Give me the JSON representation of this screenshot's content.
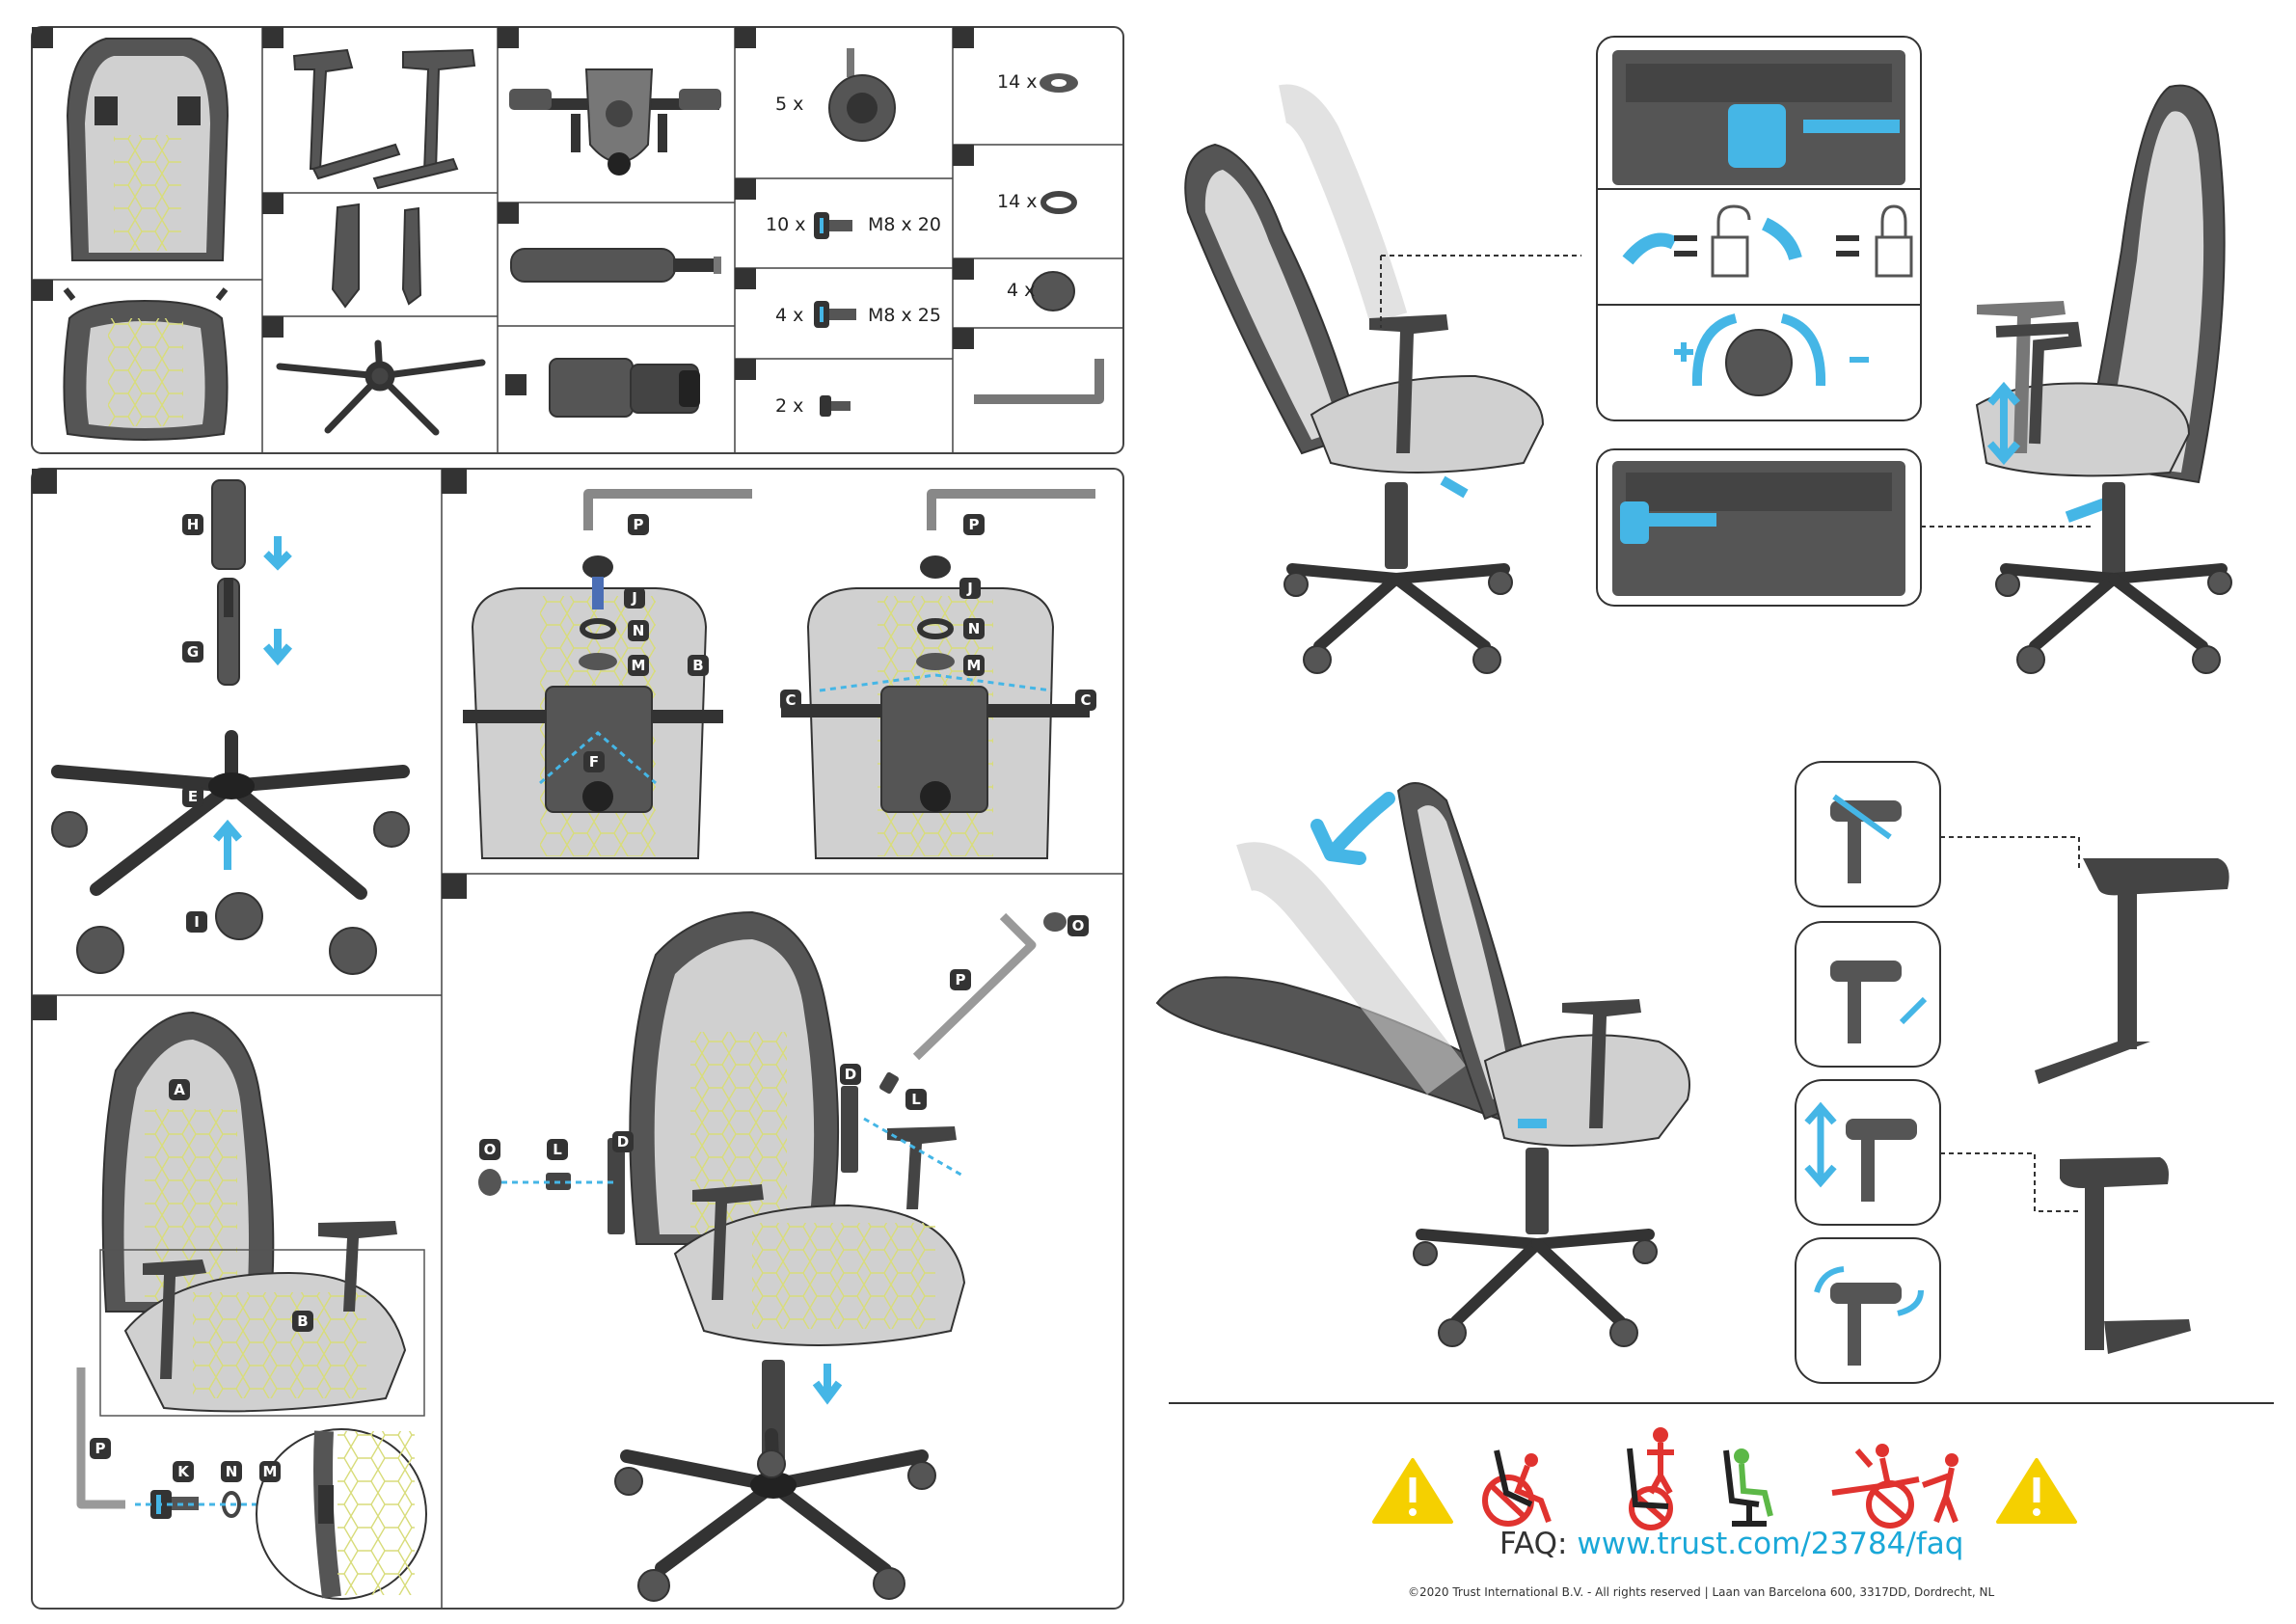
{
  "parts_panel": {
    "cells": [
      {
        "qty": "5 x",
        "spec": ""
      },
      {
        "qty": "10 x",
        "spec": "M8 x 20"
      },
      {
        "qty": "4 x",
        "spec": "M8 x 25"
      },
      {
        "qty": "2 x",
        "spec": ""
      },
      {
        "qty": "14 x",
        "spec": ""
      },
      {
        "qty": "14 x",
        "spec": ""
      },
      {
        "qty": "4 x",
        "spec": ""
      }
    ]
  },
  "step_labels": {
    "base": [
      "H",
      "G",
      "E",
      "I"
    ],
    "back_bracket": [
      "P",
      "J",
      "N",
      "M",
      "B",
      "F"
    ],
    "back_bracket_c": [
      "P",
      "J",
      "N",
      "M",
      "C",
      "C"
    ],
    "seat_join": [
      "A",
      "B",
      "P",
      "K",
      "N",
      "M"
    ],
    "final": [
      "O",
      "P",
      "D",
      "L",
      "O",
      "L",
      "D"
    ]
  },
  "footer": {
    "faq_label": "FAQ:",
    "faq_url": "www.trust.com/23784/faq",
    "copyright": "©2020 Trust International B.V. - All rights reserved | Laan van Barcelona 600, 3317DD, Dordrecht, NL"
  },
  "colors": {
    "accent": "#45b6e6",
    "warning_yellow": "#f5d000",
    "prohibit_red": "#e0332f",
    "ok_green": "#5cb847",
    "line": "#333333",
    "frame": "#444444"
  },
  "icons": [
    "caution-icon",
    "no-lean-back-icon",
    "no-standing-icon",
    "correct-sitting-icon",
    "no-playing-icon",
    "caution-icon"
  ]
}
